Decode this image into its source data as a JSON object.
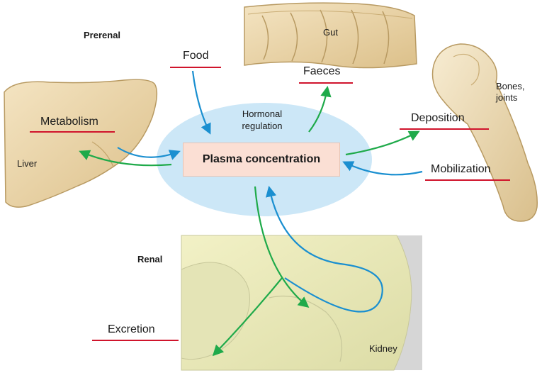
{
  "labels": {
    "prerenal": "Prerenal",
    "renal": "Renal",
    "food": "Food",
    "faeces": "Faeces",
    "gut": "Gut",
    "metabolism": "Metabolism",
    "liver": "Liver",
    "deposition": "Deposition",
    "mobilization": "Mobilization",
    "bones_line1": "Bones,",
    "bones_line2": "joints",
    "hormonal_line1": "Hormonal",
    "hormonal_line2": "regulation",
    "plasma": "Plasma concentration",
    "excretion": "Excretion",
    "kidney": "Kidney"
  },
  "colors": {
    "blue_arrow": "#1a8fd0",
    "green_arrow": "#1faa4a",
    "underline": "#d0142c",
    "ellipse": "#cce7f7",
    "box": "#fbdfd4"
  }
}
